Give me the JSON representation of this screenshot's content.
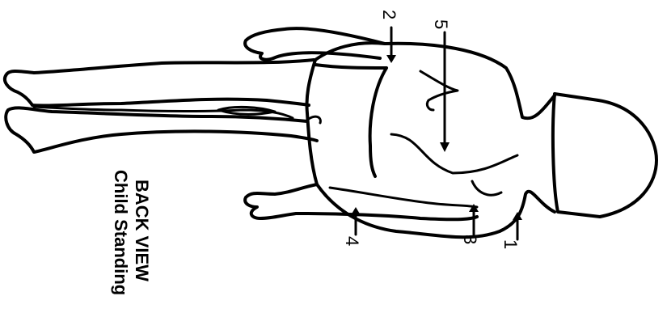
{
  "caption": {
    "line1": "BACK VIEW",
    "line2": "Child Standing"
  },
  "markers": [
    {
      "id": "1",
      "label": "1"
    },
    {
      "id": "2",
      "label": "2"
    },
    {
      "id": "3",
      "label": "3"
    },
    {
      "id": "4",
      "label": "4"
    },
    {
      "id": "5",
      "label": "5"
    }
  ]
}
